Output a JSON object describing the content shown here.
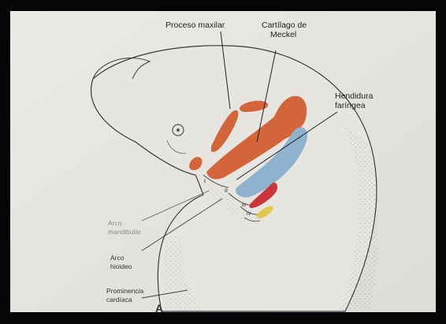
{
  "labels": {
    "proceso_maxilar": "Proceso maxilar",
    "cartilago_line1": "Cartílago de",
    "cartilago_line2": "Meckel",
    "hendidura_line1": "Hendidura",
    "hendidura_line2": "faríngea",
    "arco_mandibular_line1": "Arco",
    "arco_mandibular_line2": "mandibular",
    "arco_hioideo_line1": "Arco",
    "arco_hioideo_line2": "hioideo",
    "prominencia_line1": "Prominencia",
    "prominencia_line2": "cardíaca",
    "panel_letter": "A"
  },
  "arch_numerals": [
    "I",
    "II",
    "III",
    "IV"
  ],
  "colors": {
    "page_background": "#e4e3de",
    "cartilage_orange": "#d4643a",
    "hyoid_blue": "#8fb3cf",
    "third_arch_red": "#c8363b",
    "fourth_arch_yellow": "#e3c84e",
    "outline": "#3a3a3a"
  }
}
